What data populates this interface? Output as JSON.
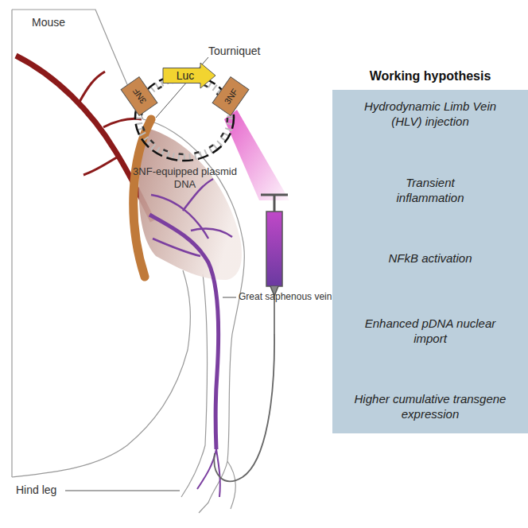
{
  "diagram": {
    "nodes": [
      {
        "text": [
          "Working hypothesis"
        ]
      },
      {
        "text": [
          "Hydrodynamic Limb Vein (HLV) injection"
        ],
        "in": 0
      },
      {
        "text": [
          "Transient inflammation"
        ],
        "in": 0
      },
      {
        "text": [
          "NFkB activation"
        ],
        "in": 0
      },
      {
        "text": [
          "Enhanced pDNA nuclear import"
        ],
        "in": 0
      },
      {
        "text": [
          "Higher cumulative transgene expression"
        ],
        "in": 0
      },
      {
        "text": [
          "Luc"
        ]
      },
      {
        "text": [
          "3NF"
        ]
      },
      {
        "text": [
          "3NF"
        ]
      }
    ],
    "edges": [
      {
        "from": 1,
        "to": 2,
        "arrow": "to"
      },
      {
        "from": 2,
        "to": 3,
        "arrow": "to"
      },
      {
        "from": 3,
        "to": 4,
        "arrow": "to"
      },
      {
        "from": 4,
        "to": 5,
        "arrow": "to"
      }
    ],
    "labels": [
      "Mouse",
      "Tourniquet",
      "3NF-equipped plasmid DNA",
      "Great saphenous vein",
      "Hind leg"
    ]
  }
}
